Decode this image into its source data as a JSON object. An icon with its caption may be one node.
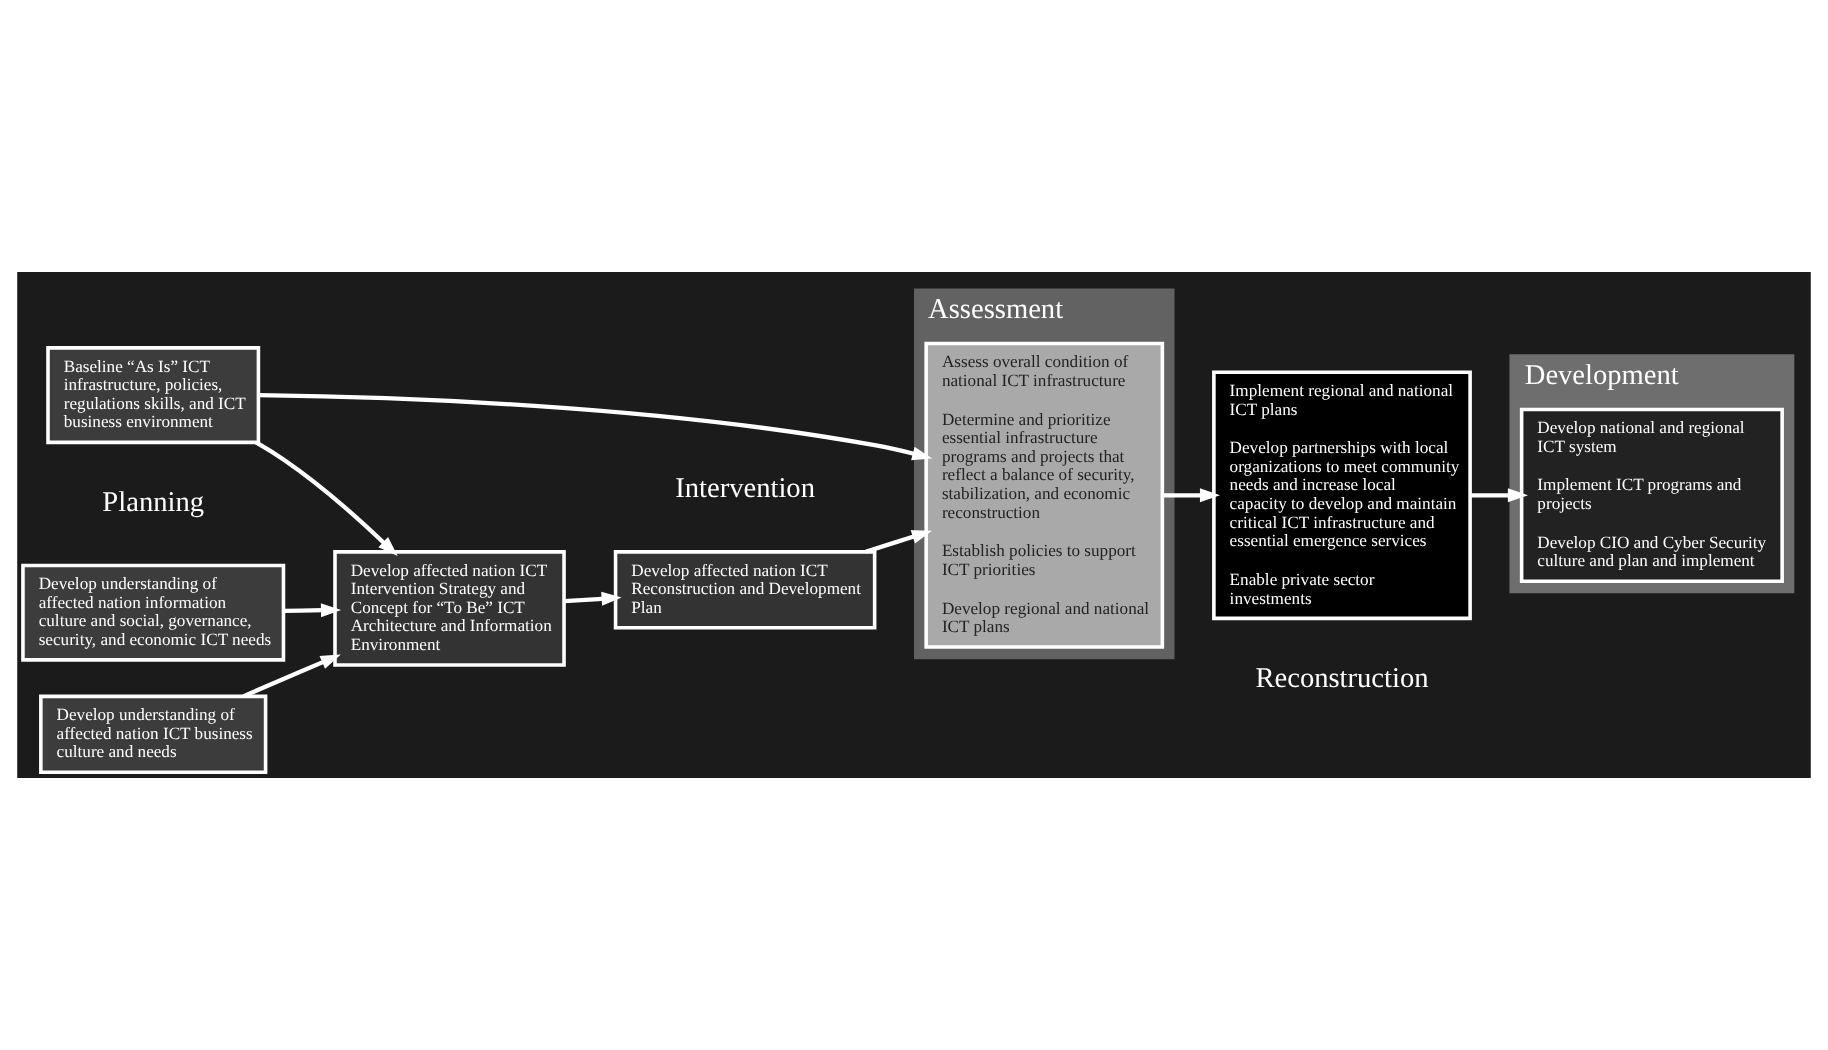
{
  "diagram": {
    "nodes": [
      {
        "text": [
          "Develop affected nation ICT Intervention Strategy and Concept for “To Be” ICT Architecture and Information Environment"
        ]
      },
      {
        "text": [
          "Develop affected nation ICT Reconstruction and Development Plan"
        ]
      },
      {
        "text": [
          "Develop national and regional ICT system",
          "Implement ICT programs and projects",
          "Develop CIO and Cyber Security culture and plan and implement"
        ],
        "in": 3
      },
      {
        "text": [
          "Development"
        ]
      },
      {
        "text": [
          "Develop understanding of affected nation information culture and social, governance, security, and economic ICT needs"
        ]
      },
      {
        "text": [
          "Assessment"
        ]
      },
      {
        "text": [
          "Assess overall condition of national ICT infrastructure",
          "Determine and prioritize essential infrastructure programs and projects that reflect a balance of security, stabilization, and economic reconstruction",
          "Establish policies to support ICT priorities",
          "Develop regional and national ICT plans"
        ],
        "in": 5
      },
      {
        "text": [
          "Implement regional and national ICT plans",
          "Develop partnerships with local organizations to meet community needs and increase local capacity to develop and maintain critical ICT infrastructure and essential emergence services",
          "Enable private sector investments"
        ]
      },
      {
        "text": [
          "Develop understanding of affected nation ICT business culture and needs"
        ]
      },
      {
        "text": [
          "Baseline “As Is” ICT infrastructure, policies, regulations skills, and ICT business environment"
        ]
      }
    ],
    "edges": [
      {
        "from": 4,
        "to": 0,
        "arrow": "to"
      },
      {
        "from": 8,
        "to": 0,
        "arrow": "to"
      },
      {
        "from": 9,
        "to": 0,
        "arrow": "to"
      },
      {
        "from": 0,
        "to": 1,
        "arrow": "to"
      },
      {
        "from": 1,
        "to": 6,
        "arrow": "to"
      },
      {
        "from": 9,
        "to": 6,
        "arrow": "to"
      },
      {
        "from": 6,
        "to": 7,
        "arrow": "to"
      },
      {
        "from": 7,
        "to": 2,
        "arrow": "to"
      }
    ],
    "labels": [
      "Planning",
      "Intervention",
      "Reconstruction"
    ]
  }
}
